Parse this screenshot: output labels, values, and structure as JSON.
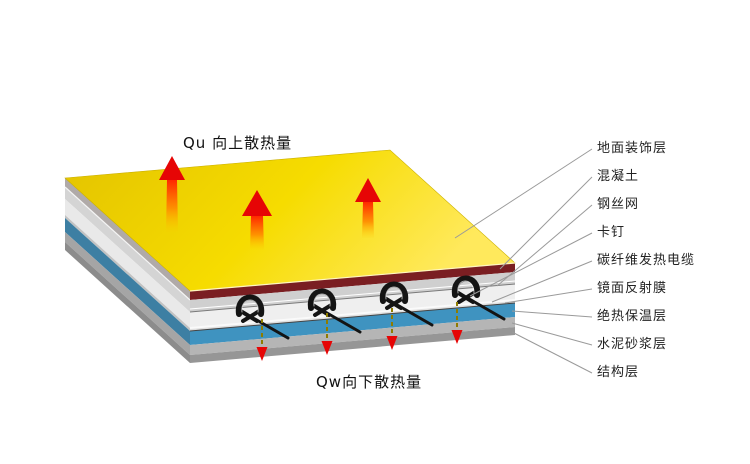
{
  "titles": {
    "top": "Qu 向上散热量",
    "bottom": "Qw向下散热量"
  },
  "labels": [
    {
      "text": "地面装饰层"
    },
    {
      "text": "混凝土"
    },
    {
      "text": "钢丝网"
    },
    {
      "text": "卡钉"
    },
    {
      "text": "碳纤维发热电缆"
    },
    {
      "text": "镜面反射膜"
    },
    {
      "text": "绝热保温层"
    },
    {
      "text": "水泥砂浆层"
    },
    {
      "text": "结构层"
    }
  ],
  "colors": {
    "surface_yellow": "#f6dc00",
    "decorative_edge_maroon": "#7a1e22",
    "concrete_gray": "#cfcfcf",
    "cable_zone_white": "#efefef",
    "insulation_blue": "#3f93c0",
    "mortar_gray": "#b5b5b5",
    "structure_gray": "#969696",
    "heat_arrow_red": "#e60505",
    "cable_black": "#141414"
  }
}
